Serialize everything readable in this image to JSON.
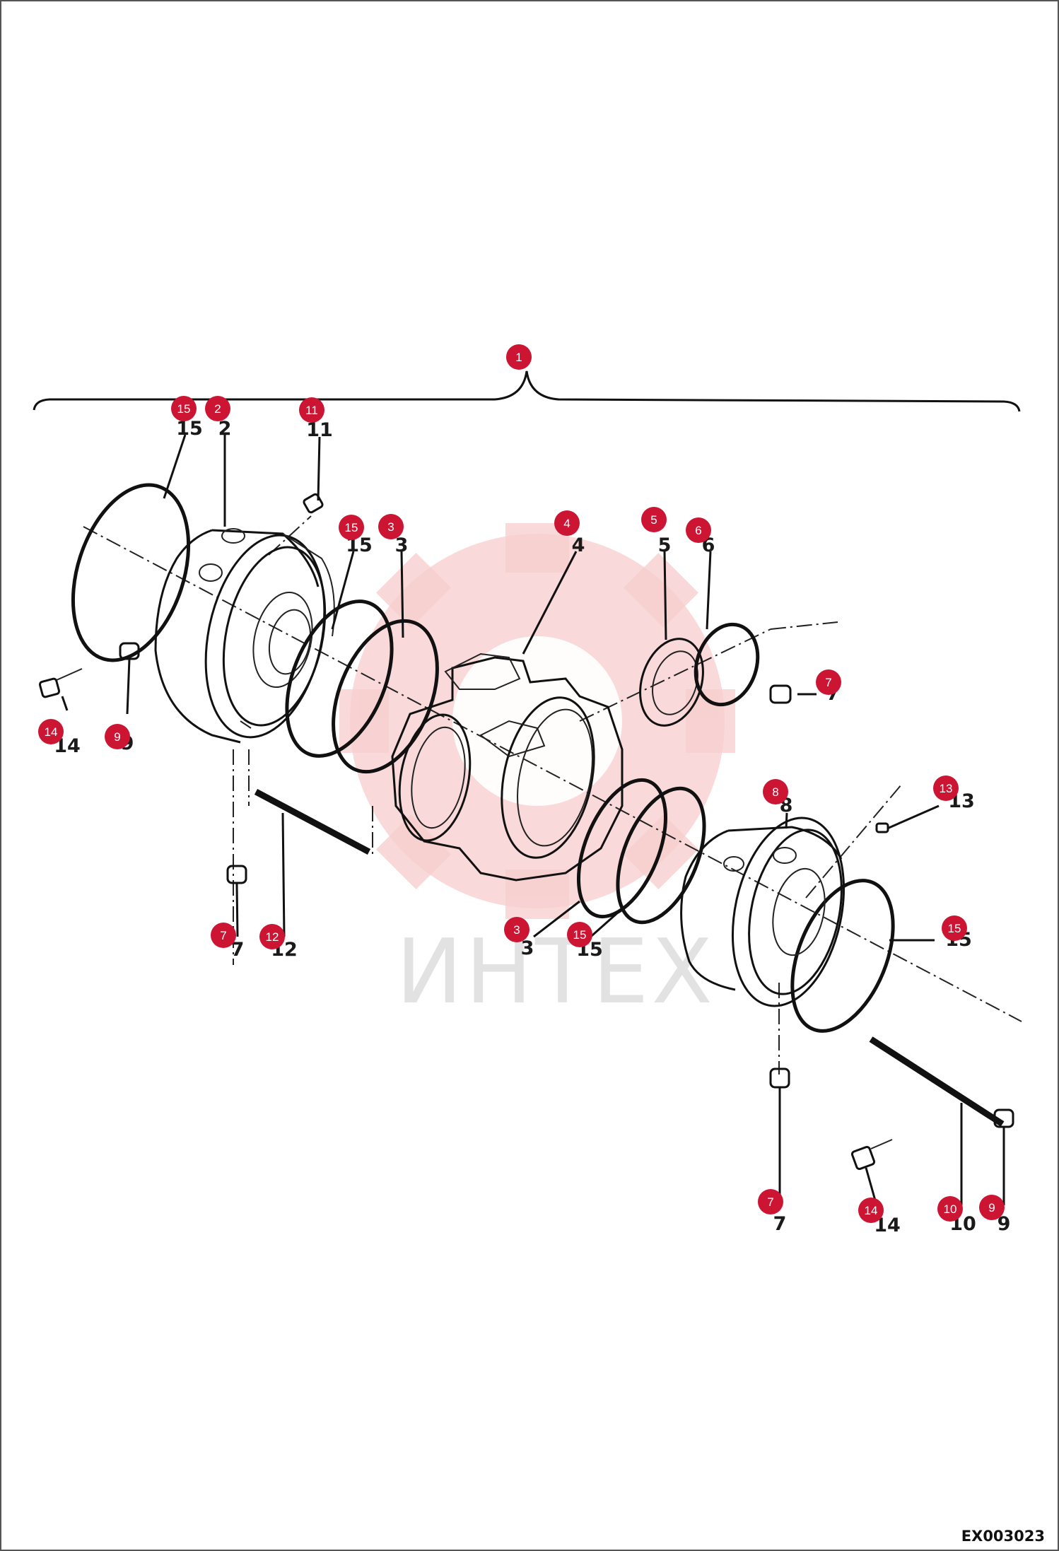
{
  "diagram": {
    "drawing_code": "EX003023",
    "watermark": {
      "text": "ИНТЕХ",
      "colors": {
        "gear": "#f7cfcf",
        "text": "#e2e2e2"
      }
    },
    "colors": {
      "badge": "#cc1433",
      "badge_text": "#ffffff",
      "line": "#111111"
    },
    "callouts": [
      {
        "id": "c1",
        "badge": "1",
        "label": ""
      },
      {
        "id": "c2",
        "badge": "15",
        "label": "15"
      },
      {
        "id": "c3",
        "badge": "2",
        "label": "2"
      },
      {
        "id": "c4",
        "badge": "11",
        "label": "11"
      },
      {
        "id": "c5",
        "badge": "15",
        "label": "15"
      },
      {
        "id": "c6",
        "badge": "3",
        "label": "3"
      },
      {
        "id": "c7",
        "badge": "4",
        "label": "4"
      },
      {
        "id": "c8",
        "badge": "5",
        "label": "5"
      },
      {
        "id": "c9",
        "badge": "6",
        "label": "6"
      },
      {
        "id": "c10",
        "badge": "7",
        "label": "7"
      },
      {
        "id": "c11",
        "badge": "14",
        "label": "14"
      },
      {
        "id": "c12",
        "badge": "9",
        "label": "9"
      },
      {
        "id": "c13",
        "badge": "8",
        "label": "8"
      },
      {
        "id": "c14",
        "badge": "13",
        "label": "13"
      },
      {
        "id": "c15",
        "badge": "7",
        "label": "7"
      },
      {
        "id": "c16",
        "badge": "12",
        "label": "12"
      },
      {
        "id": "c17",
        "badge": "3",
        "label": "3"
      },
      {
        "id": "c18",
        "badge": "15",
        "label": "15"
      },
      {
        "id": "c19",
        "badge": "15",
        "label": "15"
      },
      {
        "id": "c20",
        "badge": "7",
        "label": "7"
      },
      {
        "id": "c21",
        "badge": "14",
        "label": "14"
      },
      {
        "id": "c22",
        "badge": "10",
        "label": "10"
      },
      {
        "id": "c23",
        "badge": "9",
        "label": "9"
      }
    ]
  }
}
